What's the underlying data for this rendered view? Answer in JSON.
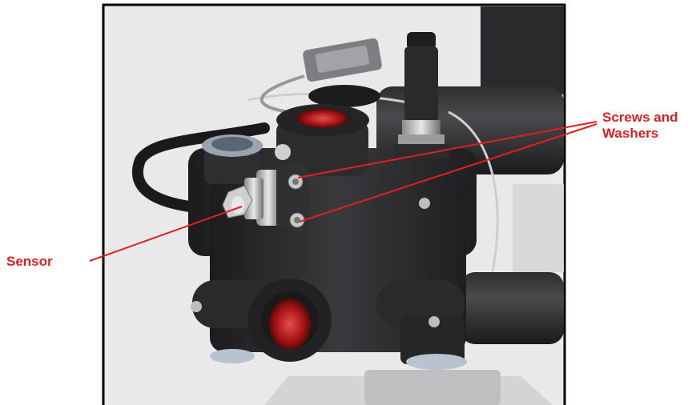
{
  "callouts": {
    "screws_line1": "Screws and",
    "screws_line2": "Washers",
    "sensor": "Sensor"
  },
  "colors": {
    "callout_red": "#e02020",
    "frame": "#000000",
    "body_dark": "#2b2b2d",
    "port_red": "#b01818"
  }
}
